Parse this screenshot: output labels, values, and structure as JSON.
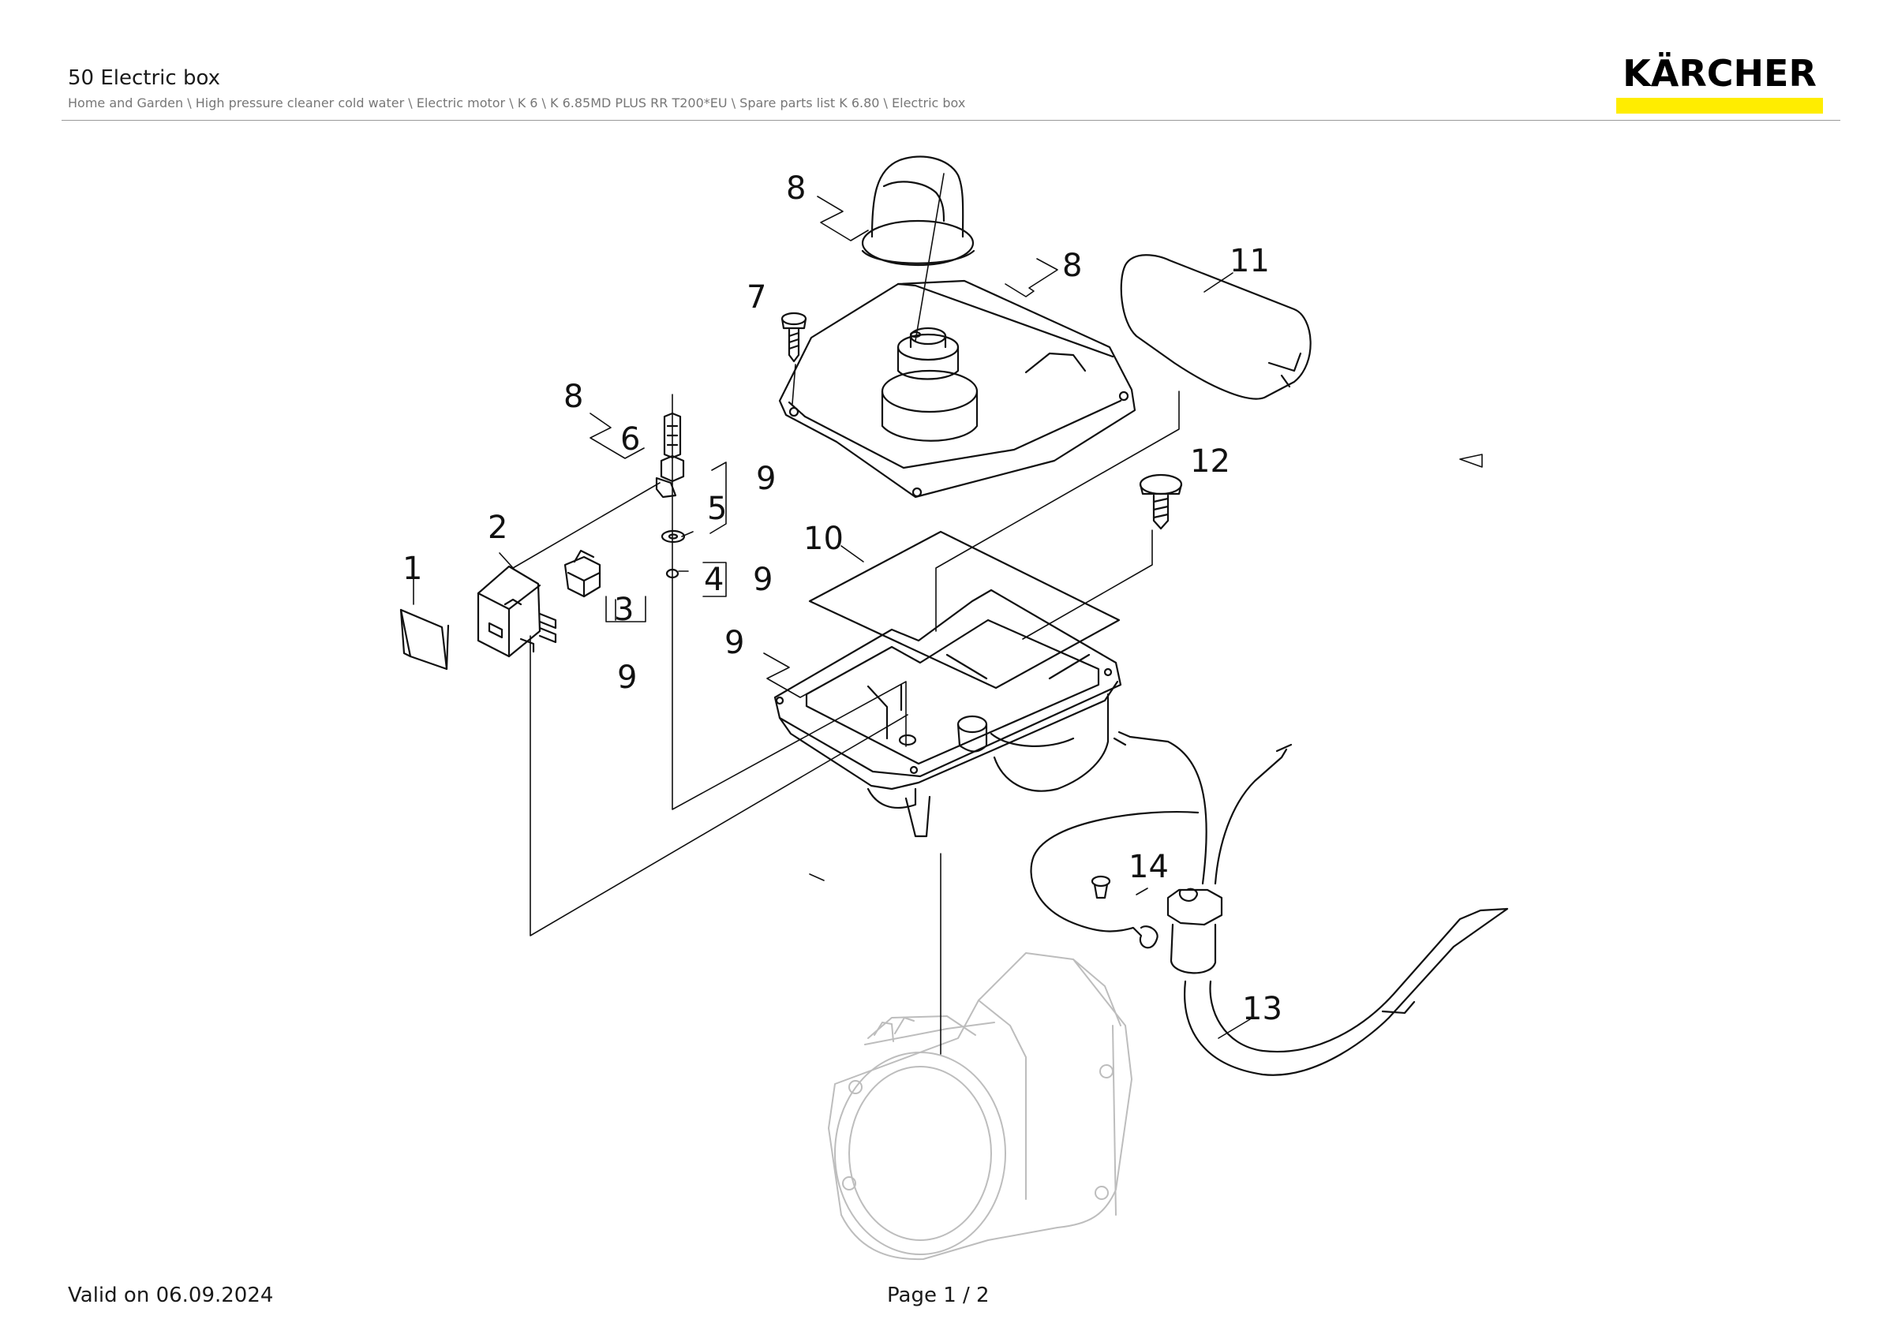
{
  "page": {
    "title": "50 Electric box",
    "breadcrumb": "Home and Garden \\ High pressure cleaner cold water \\ Electric motor \\ K 6 \\ K 6.85MD PLUS RR T200*EU \\ Spare parts list K 6.80 \\ Electric box"
  },
  "logo": {
    "text": "KÄRCHER",
    "bar_color": "#ffed00"
  },
  "callouts": {
    "c1": "1",
    "c2": "2",
    "c3": "3",
    "c4": "4",
    "c5": "5",
    "c6": "6",
    "c7": "7",
    "c8a": "8",
    "c8b": "8",
    "c8c": "8",
    "c9a": "9",
    "c9b": "9",
    "c9c": "9",
    "c9d": "9",
    "c10": "10",
    "c11": "11",
    "c12": "12",
    "c13": "13",
    "c14": "14"
  },
  "footer": {
    "valid": "Valid on 06.09.2024",
    "page": "Page 1 / 2"
  }
}
